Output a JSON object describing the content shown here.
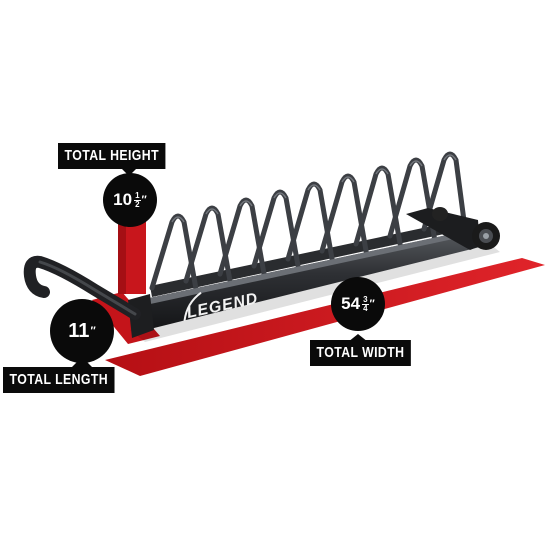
{
  "brand": {
    "logo_text": "LEGEND"
  },
  "labels": {
    "total_height": "TOTAL HEIGHT",
    "total_width": "TOTAL WIDTH",
    "total_length": "TOTAL LENGTH"
  },
  "dimensions": {
    "height": {
      "whole": "10",
      "num": "1",
      "den": "2",
      "unit": "″"
    },
    "width": {
      "whole": "54",
      "num": "3",
      "den": "4",
      "unit": "″"
    },
    "length": {
      "whole": "11",
      "unit": "″"
    }
  },
  "colors": {
    "accent_red": "#d8181e",
    "label_black": "#0a0a0a",
    "steel": "#2b2d30"
  }
}
